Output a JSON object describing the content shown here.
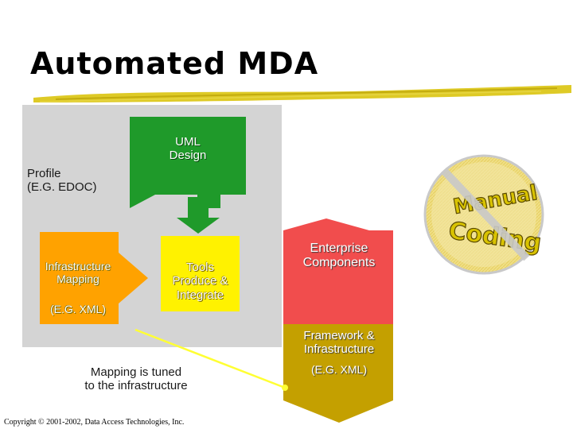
{
  "slide": {
    "title": "Automated MDA",
    "copyright": "Copyright © 2001-2002, Data Access Technologies, Inc."
  },
  "diagram": {
    "uml_design": "UML\nDesign",
    "profile": "Profile\n(E.G. EDOC)",
    "infrastructure_mapping": "Infrastructure\nMapping",
    "infrastructure_mapping_example": "(E.G. XML)",
    "tools": "Tools\nProduce &\nIntegrate",
    "enterprise_components": "Enterprise\nComponents",
    "framework": "Framework &\nInfrastructure",
    "framework_example": "(E.G. XML)",
    "mapping_note": "Mapping is tuned\nto the infrastructure"
  },
  "no_manual_coding_sign": {
    "word_top": "Manual",
    "word_bottom": "Coding"
  },
  "colors": {
    "panel": "#d4d4d4",
    "uml_green": "#1f9a2a",
    "infra_orange": "#ffa200",
    "tools_yellow": "#fff200",
    "enterprise_red": "#f14d4d",
    "framework_gold": "#c4a000",
    "sign_fill": "#f7e9a0",
    "callout_line": "#ffff33"
  }
}
